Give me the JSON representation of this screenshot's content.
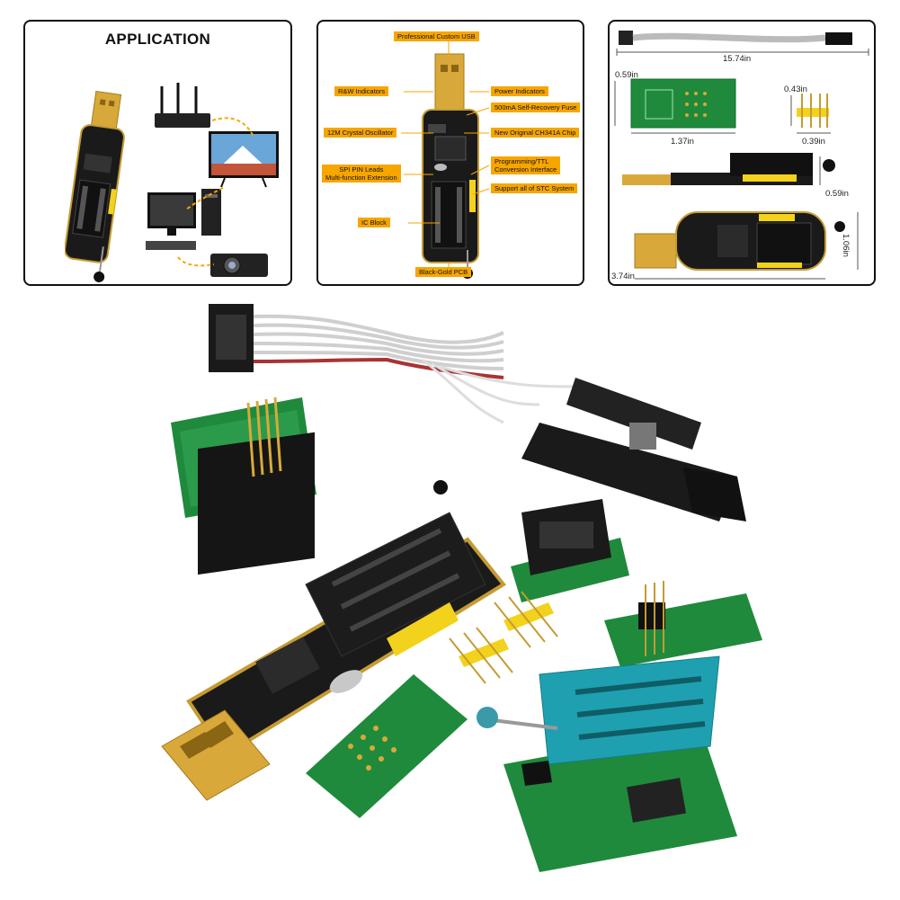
{
  "application_panel": {
    "title": "APPLICATION"
  },
  "features_panel": {
    "callouts": {
      "usb": "Professional Custom USB",
      "rw": "R&W Indicators",
      "power": "Power Indicators",
      "fuse": "500mA Self-Recovery Fuse",
      "crystal": "12M Crystal Oscillator",
      "chip": "New Original CH341A Chip",
      "spi_line1": "SPI PIN Leads",
      "spi_line2": "Multi-function Extension",
      "ttl_line1": "Programming/TTL",
      "ttl_line2": "Conversion Interface",
      "stc": "Support all of STC System",
      "ic": "IC Block",
      "pcb": "Black-Gold PCB"
    }
  },
  "dimensions_panel": {
    "cable_length": "15.74in",
    "adapter_width_small": "0.59in",
    "adapter_length": "1.37in",
    "header_height": "0.43in",
    "header_width": "0.39in",
    "programmer_depth": "0.59in",
    "programmer_height": "1.06in",
    "programmer_length": "3.74in"
  },
  "colors": {
    "callout_bg": "#f7a600",
    "pcb_green": "#1f8a3c",
    "pcb_black": "#1a1a1a",
    "gold": "#d8a93a",
    "zif_blue": "#1fa0b0",
    "pin_yellow": "#f2d21c"
  }
}
